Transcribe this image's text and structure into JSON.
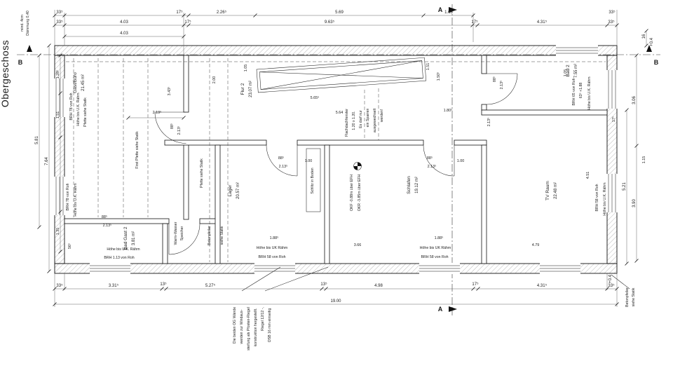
{
  "floor_label": "Obergeschoss",
  "sections": {
    "a": "A",
    "b": "B"
  },
  "notes": {
    "insulation_1": "mind. 4cm",
    "insulation_2": "Dämmung 0,40",
    "bracing": [
      "Die beiden OG Wände",
      "werden zur Windaus-",
      "steifung als Pfosten-Riegel",
      "konstruktion hergestellt.",
      "Riegel 12/12 -,",
      "OSB 16 mm einseitig"
    ],
    "pillar_1": "Betonpfeiler",
    "pillar_2": "siehe Statik",
    "skylight": [
      "Flachdachfenster",
      "1.20 x 1.20.",
      "Es darf nur",
      "ein Sparren",
      "ausgewechselt",
      "werden!"
    ],
    "level_okf": "OKF -0.88m über EFH",
    "level_okr": "OKR -3.85m über EFH",
    "slot": "Schlitz in Boden",
    "ridge_purlin": "First Pfette siehe Statik",
    "purlin": "Pfette siehe Statik",
    "boiler_1": "Warm-Wasser",
    "boiler_2": "Speicher"
  },
  "rooms": [
    {
      "name": "Gast/Büro",
      "area": "21.45 m²"
    },
    {
      "name": "Flur 2",
      "area": "23.07 m²"
    },
    {
      "name": "Bad 2",
      "area": "7.55 m²"
    },
    {
      "name": "Lager",
      "area": "20.57 m²"
    },
    {
      "name": "Schlafen",
      "area": "19.12 m²"
    },
    {
      "name": "TV Raum",
      "area": "22.48 m²"
    },
    {
      "name": "Bad Gast 2",
      "area": "3.81 m²"
    }
  ],
  "labels": {
    "hoehe_rahm": "Höhe bis U.K. Rähm",
    "hoehe_uk_rahm": "Höhe bis UK Rähm",
    "brh78": "BRH 78 von Roh",
    "brh65": "BRH 65 von Roh",
    "brh65_add": "63⁵ +1.88",
    "brh58": "BRH 58 von Roh",
    "brh113": "BRH 1.13 von Roh"
  },
  "dims": {
    "d335": "33⁵",
    "d175": "17⁵",
    "d226": "2.26⁵",
    "d569": "5.69",
    "d168": "1.68",
    "d403": "4.03",
    "d963": "9.63⁵",
    "d431": "4.31⁵",
    "d331": "3.31⁵",
    "d135s": "13⁵",
    "d527": "5.27⁵",
    "d498": "4.98",
    "d1900": "19.00",
    "d581": "5.81",
    "d764": "7.64",
    "d128": "1.28⁵",
    "d151": "1.51",
    "d135": "1.35",
    "d565s": "56⁵",
    "d16": "16",
    "d306": "3.06",
    "d115": "1.15",
    "d521": "5.21",
    "d390": "3.90",
    "d451": "4.51",
    "d105": "1.05",
    "d04": "+0.4",
    "d219": "2.19⁵",
    "d885": "88⁵",
    "d213": "2.13⁵",
    "d343": "3.43⁵",
    "d200": "2.00",
    "d5655": "5.65⁵",
    "d564": "5.64",
    "d1505": "1.50⁵",
    "d1805": "1.80⁵",
    "d100": "1.00",
    "d1885": "1.88⁵",
    "d366": "3.66",
    "d479": "4.79"
  }
}
